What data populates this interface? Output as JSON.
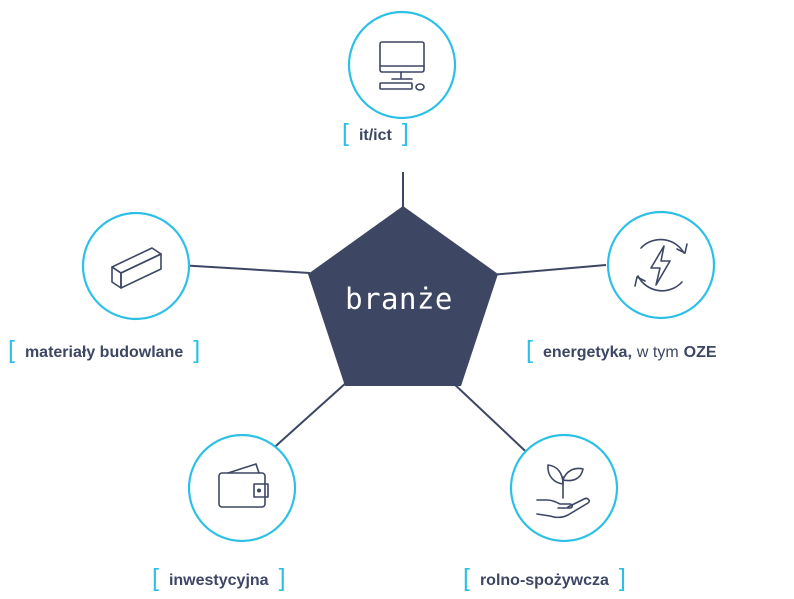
{
  "center": {
    "label": "branże"
  },
  "colors": {
    "accent": "#2cc0e6",
    "dark": "#3d4663"
  },
  "nodes": [
    {
      "id": "it",
      "icon": "computer-icon",
      "bracket_left": "[",
      "label": "it/ict",
      "bracket_right": "]"
    },
    {
      "id": "energy",
      "icon": "renewable-energy-icon",
      "bracket_left": "[",
      "label": "energetyka,",
      "label_mid": "w tym",
      "label_end": "OZE"
    },
    {
      "id": "agri",
      "icon": "plant-in-hand-icon",
      "bracket_left": "[",
      "label": "rolno-spożywcza",
      "bracket_right": "]"
    },
    {
      "id": "invest",
      "icon": "wallet-icon",
      "bracket_left": "[",
      "label": "inwestycyjna",
      "bracket_right": "]"
    },
    {
      "id": "building",
      "icon": "brick-icon",
      "bracket_left": "[",
      "label": "materiały budowlane",
      "bracket_right": "]"
    }
  ]
}
